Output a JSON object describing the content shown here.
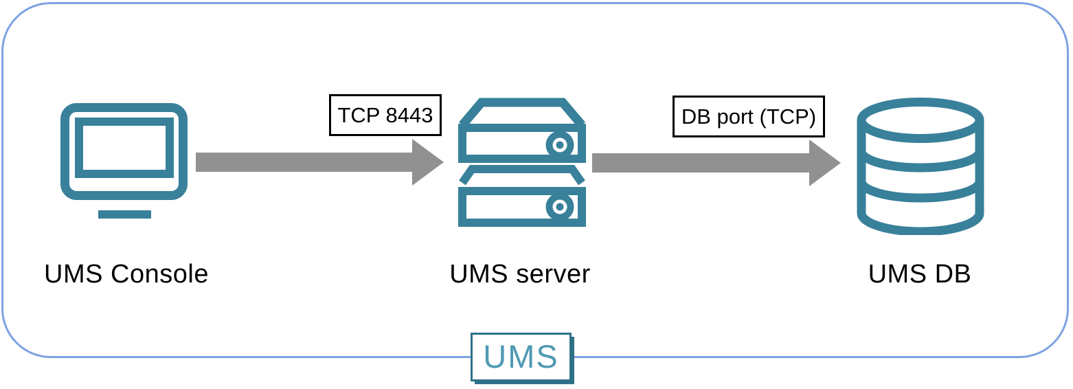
{
  "diagram": {
    "nodes": [
      {
        "id": "ums-console",
        "label": "UMS Console",
        "icon": "monitor-icon"
      },
      {
        "id": "ums-server",
        "label": "UMS server",
        "icon": "server-icon"
      },
      {
        "id": "ums-db",
        "label": "UMS DB",
        "icon": "database-icon"
      }
    ],
    "connections": [
      {
        "from": "ums-console",
        "to": "ums-server",
        "label": "TCP 8443"
      },
      {
        "from": "ums-server",
        "to": "ums-db",
        "label": "DB port (TCP)"
      }
    ],
    "logo": {
      "text": "UMS"
    },
    "colors": {
      "icon-teal": "#39809A",
      "arrow-gray": "#919191",
      "frame-blue": "#7DA3E2",
      "logo-border": "#2E7187",
      "logo-text": "#4F99B3",
      "label-border": "#000000"
    }
  }
}
